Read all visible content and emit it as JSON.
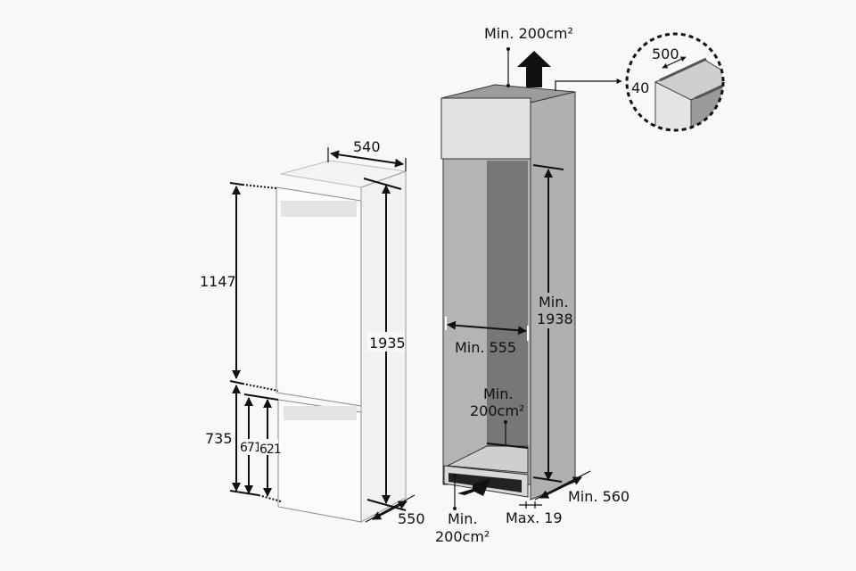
{
  "fridge": {
    "width": "540",
    "depth": "550",
    "height": "1935",
    "fridge_door": "1147",
    "freezer_door": "735",
    "freezer_671": "671",
    "freezer_621": "621"
  },
  "cabinet": {
    "top_vent": "Min. 200cm²",
    "height_l1": "Min.",
    "height_l2": "1938",
    "width": "Min. 555",
    "rear_vent_l1": "Min.",
    "rear_vent_l2": "200cm²",
    "bottom_vent_l1": "Min.",
    "bottom_vent_l2": "200cm²",
    "depth": "Min. 560",
    "door_thickness": "Max. 19"
  },
  "detail": {
    "width": "500",
    "height": "40"
  }
}
